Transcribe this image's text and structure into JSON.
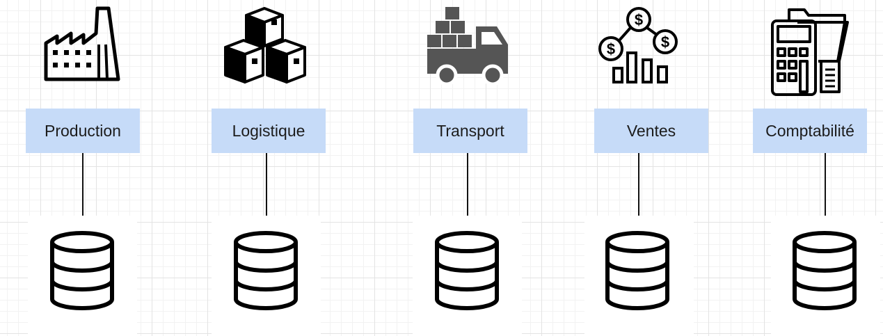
{
  "departments": [
    {
      "label": "Production",
      "icon": "factory-icon"
    },
    {
      "label": "Logistique",
      "icon": "boxes-icon"
    },
    {
      "label": "Transport",
      "icon": "delivery-truck-icon"
    },
    {
      "label": "Ventes",
      "icon": "sales-finance-icon"
    },
    {
      "label": "Comptabilité",
      "icon": "calculator-documents-icon"
    }
  ],
  "database_icon": "database-icon",
  "colors": {
    "label_background": "#c6dbf8",
    "ink": "#000000",
    "truck": "#555555"
  }
}
